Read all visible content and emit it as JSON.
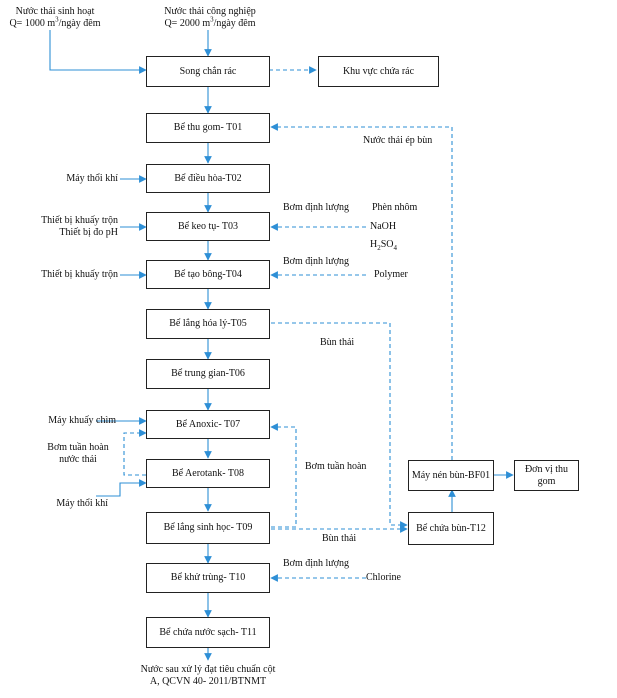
{
  "colors": {
    "flow_arrow": "#2e8fd6",
    "box_border": "#222222",
    "text": "#111111"
  },
  "inputs": {
    "domestic": {
      "line1": "Nước thải sinh hoạt",
      "line2_pre": "Q= 1000 m",
      "sup": "3",
      "line2_post": "/ngày đêm"
    },
    "industrial": {
      "line1": "Nước thải công nghiệp",
      "line2_pre": "Q= 2000 m",
      "sup": "3",
      "line2_post": "/ngày đêm"
    }
  },
  "units": {
    "screen": "Song chắn rác",
    "waste_area": "Khu vực chứa rác",
    "t01": "Bể thu gom- T01",
    "t02": "Bể điều hòa-T02",
    "t03": "Bể keo tụ- T03",
    "t04": "Bể tạo bông-T04",
    "t05": "Bể lắng hóa lý-T05",
    "t06": "Bể trung gian-T06",
    "t07": "Bể Anoxic- T07",
    "t08": "Bể Aerotank- T08",
    "t09": "Bể lắng sinh học- T09",
    "t10": "Bể khử trùng- T10",
    "t11": "Bể chứa nước sạch- T11",
    "t12": "Bể chứa bùn-T12",
    "bf01": "Máy nén bùn-BF01",
    "collector": "Đơn vị thu gom"
  },
  "side_labels": {
    "air_blower_1": "Máy thổi khí",
    "mixer_ph_1": "Thiết bị khuấy trộn",
    "mixer_ph_2": "Thiết bị đo pH",
    "mixer": "Thiết bị khuấy trộn",
    "submersible_mixer": "Máy khuấy chìm",
    "recirc_1": "Bơm tuần hoàn",
    "recirc_2": "nước thải",
    "air_blower_2": "Máy thổi khí",
    "dosing_pump_1": "Bơm định lượng",
    "dosing_pump_2": "Bơm định lượng",
    "dosing_pump_3": "Bơm định lượng",
    "alum": "Phèn nhôm",
    "naoh": "NaOH",
    "h2so4_pre": "H",
    "h2so4_sub1": "2",
    "h2so4_mid": "SO",
    "h2so4_sub2": "4",
    "polymer": "Polymer",
    "chlorine": "Chlorine",
    "press_water": "Nước thải ép bùn",
    "sludge_1": "Bùn thải",
    "sludge_2": "Bùn thải",
    "sludge_recirc": "Bơm tuần hoàn"
  },
  "output": {
    "line1": "Nước sau xử lý đạt tiêu chuẩn cột",
    "line2": "A, QCVN 40- 2011/BTNMT"
  }
}
